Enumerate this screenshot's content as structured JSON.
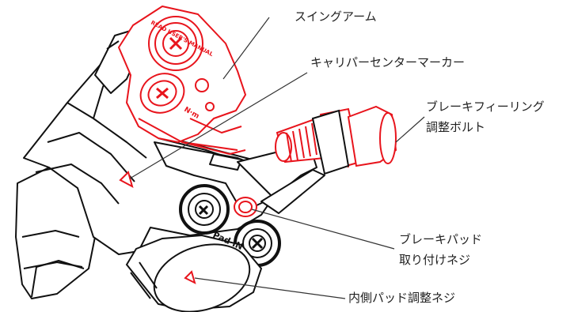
{
  "diagram": {
    "colors": {
      "line": "#111111",
      "accent": "#e8141c",
      "leader": "#333333"
    },
    "embossed_text": {
      "swing_arm_plate": "READ USER'S MANUAL",
      "arm_marking": "N·m",
      "pad_marking": "Pad IN"
    },
    "labels": {
      "swing_arm": "スイングアーム",
      "caliper_center_marker": "キャリパーセンターマーカー",
      "brake_feeling_line1": "ブレーキフィーリング",
      "brake_feeling_line2": "調整ボルト",
      "pad_bolt_line1": "ブレーキパッド",
      "pad_bolt_line2": "取り付けネジ",
      "inner_pad_adjust": "内側パッド調整ネジ"
    }
  }
}
